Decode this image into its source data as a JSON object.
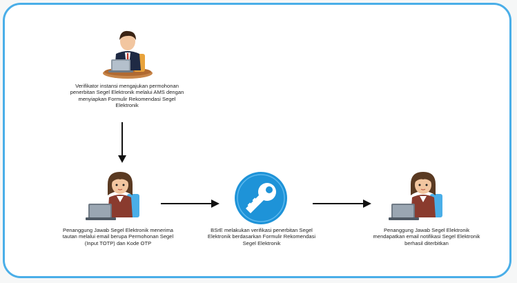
{
  "steps": [
    {
      "text": "Verifikator instansi mengajukan permohonan penerbitan Segel Elektronik melalui AMS dengan menyiapkan Formulir Rekomendasi Segel Elektronik",
      "figure": "male-verifier-at-laptop"
    },
    {
      "text": "Penanggung Jawab Segel Elektronik menerima tautan melalui email berupa Permohonan Segel (Input TOTP) dan Kode OTP",
      "figure": "female-officer-at-laptop"
    },
    {
      "text": "BSrE melakukan verifikasi penerbitan Segel Elektronik berdasarkan Formulir Rekomendasi Segel Elektronik",
      "figure": "key-icon"
    },
    {
      "text": "Penanggung Jawab Segel Elektronik mendapatkan email notifikasi Segel Elektronik berhasil diterbitkan",
      "figure": "female-officer-at-laptop"
    }
  ],
  "colors": {
    "frame_border": "#4aaee8",
    "key_badge": "#1e93d8",
    "arrow": "#111111"
  }
}
